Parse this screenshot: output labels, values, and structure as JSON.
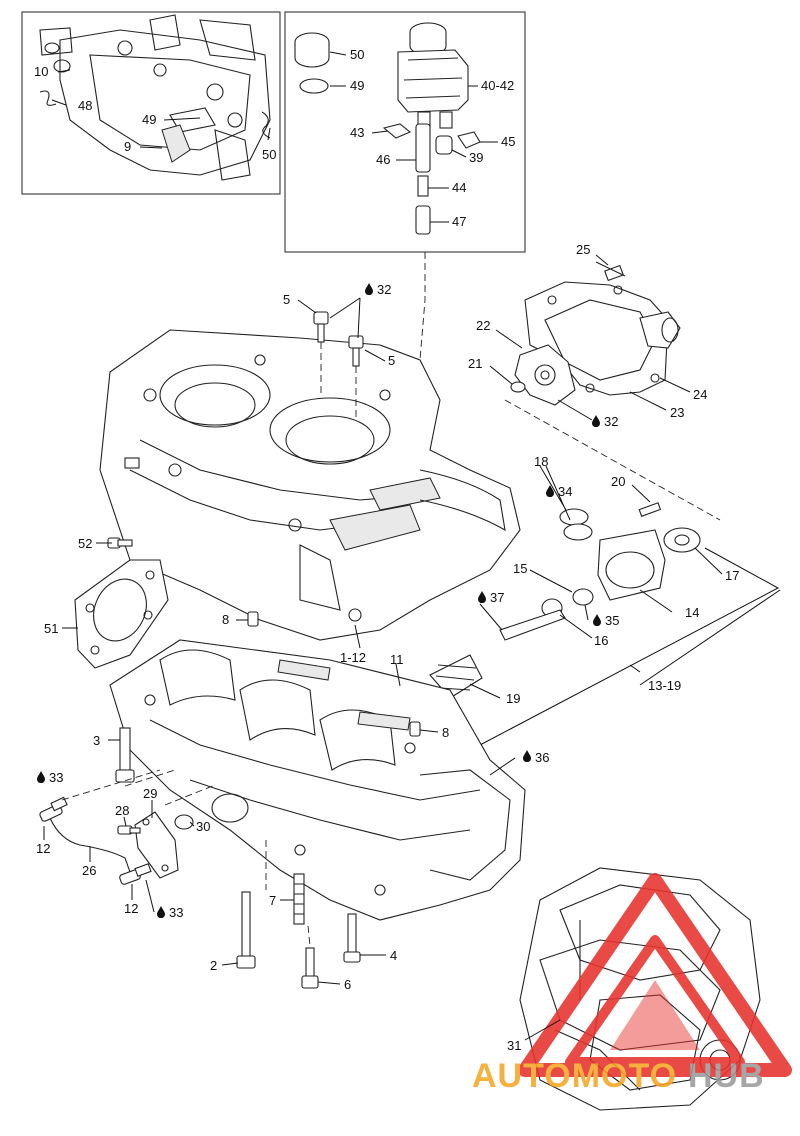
{
  "callouts": {
    "c10": "10",
    "c48": "48",
    "c49a": "49",
    "c9": "9",
    "c50a": "50",
    "c50b": "50",
    "c49b": "49",
    "c40_42": "40-42",
    "c43": "43",
    "c45": "45",
    "c46": "46",
    "c39": "39",
    "c44": "44",
    "c47": "47",
    "c25": "25",
    "c5a": "5",
    "c32a": "32",
    "c5b": "5",
    "c22": "22",
    "c21": "21",
    "c24": "24",
    "c23": "23",
    "c32b": "32",
    "c18": "18",
    "c34": "34",
    "c20": "20",
    "c15": "15",
    "c17": "17",
    "c37": "37",
    "c35": "35",
    "c14": "14",
    "c16": "16",
    "c52": "52",
    "c51": "51",
    "c8a": "8",
    "c1_12": "1-12",
    "c11": "11",
    "c19": "19",
    "c13_19": "13-19",
    "c3": "3",
    "c8b": "8",
    "c36": "36",
    "c33a": "33",
    "c29": "29",
    "c28": "28",
    "c30": "30",
    "c12a": "12",
    "c26": "26",
    "c12b": "12",
    "c33b": "33",
    "c7": "7",
    "c4": "4",
    "c2": "2",
    "c6": "6",
    "c31": "31"
  },
  "watermark": {
    "part1": "AUTOMOTO",
    "part2": "HUB"
  },
  "colors": {
    "watermark_red": "#e8322d",
    "watermark_orange": "#f5a623",
    "watermark_gray": "#9a9a9a"
  },
  "icons": {
    "drop": "oil-drop-icon"
  }
}
